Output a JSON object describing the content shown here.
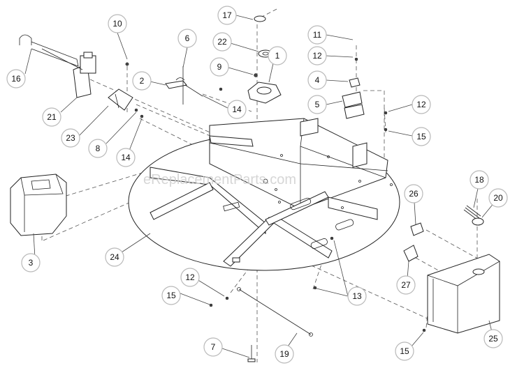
{
  "watermark": "eReplacementParts.com",
  "callouts": [
    {
      "label": "10"
    },
    {
      "label": "6"
    },
    {
      "label": "17"
    },
    {
      "label": "22"
    },
    {
      "label": "1"
    },
    {
      "label": "9"
    },
    {
      "label": "11"
    },
    {
      "label": "12"
    },
    {
      "label": "4"
    },
    {
      "label": "5"
    },
    {
      "label": "12"
    },
    {
      "label": "15"
    },
    {
      "label": "16"
    },
    {
      "label": "2"
    },
    {
      "label": "14"
    },
    {
      "label": "21"
    },
    {
      "label": "23"
    },
    {
      "label": "8"
    },
    {
      "label": "14"
    },
    {
      "label": "18"
    },
    {
      "label": "20"
    },
    {
      "label": "26"
    },
    {
      "label": "3"
    },
    {
      "label": "24"
    },
    {
      "label": "27"
    },
    {
      "label": "12"
    },
    {
      "label": "15"
    },
    {
      "label": "13"
    },
    {
      "label": "25"
    },
    {
      "label": "15"
    },
    {
      "label": "7"
    },
    {
      "label": "19"
    }
  ]
}
